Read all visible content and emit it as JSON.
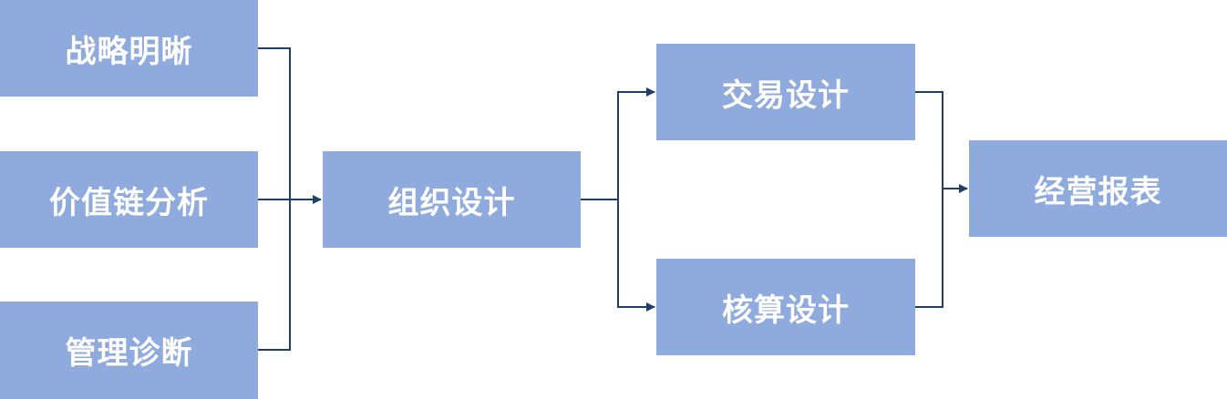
{
  "colors": {
    "box_fill": "#8faadc",
    "box_text": "#ffffff",
    "connector": "#1f3f6b"
  },
  "nodes": {
    "strategy": "战略明晰",
    "value_chain": "价值链分析",
    "management": "管理诊断",
    "organization": "组织设计",
    "transaction": "交易设计",
    "accounting": "核算设计",
    "report": "经营报表"
  }
}
